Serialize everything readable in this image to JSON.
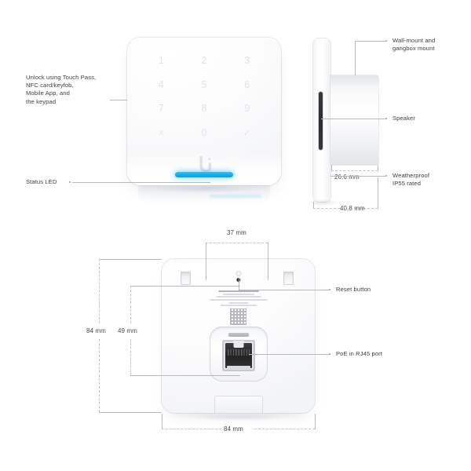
{
  "diagram": {
    "title": "UniFi Access Reader product callout diagram",
    "accent_led_color": "#17afef",
    "text_color": "#3f3f42",
    "leader_line_color": "#b9b9bd"
  },
  "front_view": {
    "keypad_keys": [
      "1",
      "2",
      "3",
      "4",
      "5",
      "6",
      "7",
      "8",
      "9",
      "×",
      "0",
      "✓"
    ],
    "brand_mark": "ubiquiti-u-logo",
    "status_led_label": "Status LED"
  },
  "callouts": {
    "unlock_methods": "Unlock using Touch Pass,\nNFC card/keyfob,\nMobile App, and\nthe keypad",
    "status_led": "Status LED",
    "wall_mount": "Wall-mount and\ngangbox mount",
    "speaker": "Speaker",
    "weatherproof": "Weatherproof\nIP55 rated",
    "reset_button": "Reset button",
    "poe_port": "PoE in RJ45 port"
  },
  "dimensions": {
    "side_depth_body": "26.6 mm",
    "side_depth_total": "40.8 mm",
    "rear_width_inner": "37 mm",
    "rear_height_total": "84 mm",
    "rear_height_inner": "49 mm",
    "rear_width_total": "84 mm"
  }
}
